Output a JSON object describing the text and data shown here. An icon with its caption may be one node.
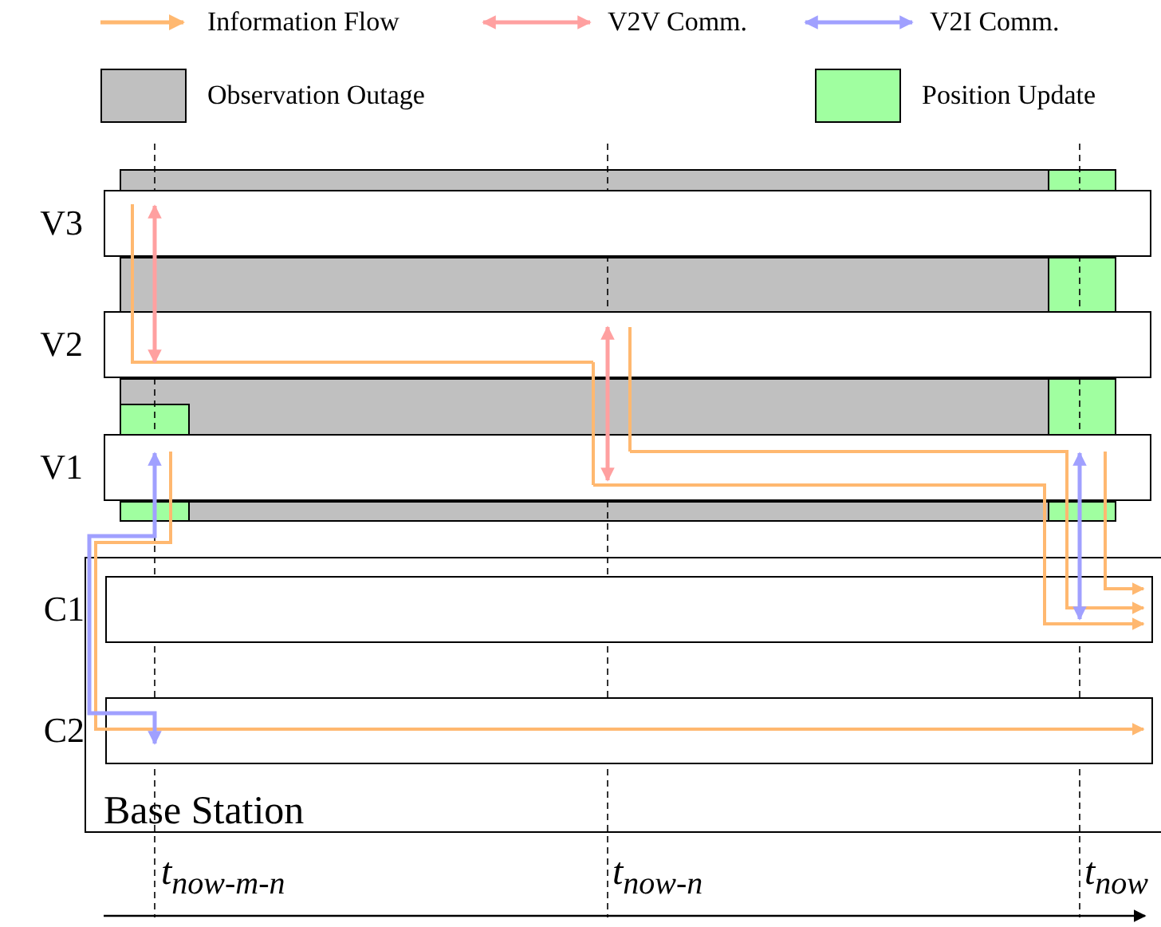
{
  "diagram": {
    "nodes": [
      {
        "text": [
          "V3"
        ]
      },
      {
        "text": [
          "V2"
        ]
      },
      {
        "text": [
          "V1"
        ]
      },
      {
        "text": [
          "Base Station"
        ]
      },
      {
        "text": [
          "C1"
        ],
        "in": 3
      },
      {
        "text": [
          "C2"
        ],
        "in": 3
      }
    ],
    "edges": [
      {
        "from": 0,
        "to": 1,
        "arrow": "none"
      },
      {
        "from": 1,
        "to": 2,
        "arrow": "none"
      },
      {
        "from": 2,
        "to": 4,
        "arrow": "to"
      },
      {
        "from": 1,
        "to": 2,
        "arrow": "none"
      },
      {
        "from": 2,
        "to": 4,
        "arrow": "to"
      },
      {
        "from": 2,
        "to": 4,
        "arrow": "to"
      },
      {
        "from": 2,
        "to": 5,
        "arrow": "to"
      },
      {
        "from": 0,
        "to": 1,
        "arrow": "both",
        "color": "#ffa0a0"
      },
      {
        "from": 1,
        "to": 2,
        "arrow": "both",
        "color": "#ffa0a0"
      },
      {
        "from": 2,
        "to": 5,
        "arrow": "both",
        "color": "#a0a0ff"
      },
      {
        "from": 2,
        "to": 4,
        "arrow": "both",
        "color": "#a0a0ff"
      }
    ],
    "labels": [
      "t$_{now-m-n}$",
      "t$_{now-n}$",
      "t$_{now}$"
    ],
    "legend": [
      {
        "text": "Information Flow"
      },
      {
        "text": "V2V Comm."
      },
      {
        "text": "V2I Comm."
      },
      {
        "text": "Observation Outage",
        "color": "#c0c0c0"
      },
      {
        "text": "Position Update",
        "color": "#a0ffa0"
      }
    ]
  }
}
